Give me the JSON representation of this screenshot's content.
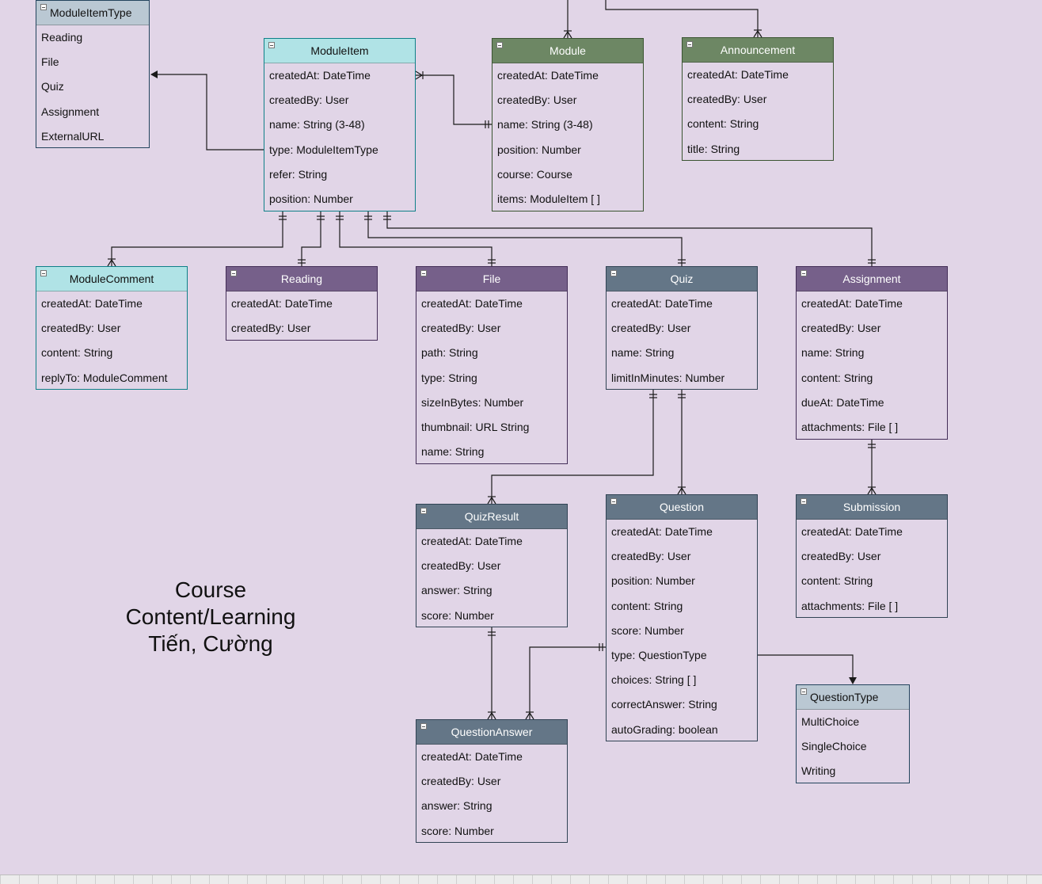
{
  "colors": {
    "background": "#e1d5e7",
    "line": "#1a1a1a",
    "header_cyan": "#b0e3e6",
    "border_cyan": "#0e8088",
    "header_green": "#6d8764",
    "border_green": "#3a5431",
    "header_purple": "#76608a",
    "border_purple": "#432d57",
    "header_slate": "#647687",
    "border_slate": "#314354",
    "header_blue_grey": "#bac8d3",
    "border_blue_grey": "#23445d"
  },
  "caption": {
    "lines": [
      "Course",
      "Content/Learning",
      "Tiến, Cường"
    ]
  },
  "entities": [
    {
      "id": "moduleitemtype",
      "title": "ModuleItemType",
      "style": "blue_grey",
      "left_align": true,
      "fields": [
        "Reading",
        "File",
        "Quiz",
        "Assignment",
        "ExternalURL"
      ]
    },
    {
      "id": "moduleitem",
      "title": "ModuleItem",
      "style": "cyan",
      "fields": [
        "createdAt: DateTime",
        "createdBy: User",
        "name: String (3-48)",
        "type: ModuleItemType",
        "refer: String",
        "position: Number"
      ]
    },
    {
      "id": "module",
      "title": "Module",
      "style": "green",
      "fields": [
        "createdAt: DateTime",
        "createdBy: User",
        "name: String (3-48)",
        "position: Number",
        "course: Course",
        "items: ModuleItem [ ]"
      ]
    },
    {
      "id": "announcement",
      "title": "Announcement",
      "style": "green",
      "fields": [
        "createdAt: DateTime",
        "createdBy: User",
        "content: String",
        "title: String"
      ]
    },
    {
      "id": "modulecomment",
      "title": "ModuleComment",
      "style": "cyan",
      "fields": [
        "createdAt: DateTime",
        "createdBy: User",
        "content: String",
        "replyTo: ModuleComment"
      ]
    },
    {
      "id": "reading",
      "title": "Reading",
      "style": "purple",
      "fields": [
        "createdAt: DateTime",
        "createdBy: User"
      ]
    },
    {
      "id": "file",
      "title": "File",
      "style": "purple",
      "fields": [
        "createdAt: DateTime",
        "createdBy: User",
        "path: String",
        "type: String",
        "sizeInBytes: Number",
        "thumbnail: URL String",
        "name: String"
      ]
    },
    {
      "id": "quiz",
      "title": "Quiz",
      "style": "slate",
      "fields": [
        "createdAt: DateTime",
        "createdBy: User",
        "name: String",
        "limitInMinutes: Number"
      ]
    },
    {
      "id": "assignment",
      "title": "Assignment",
      "style": "purple",
      "fields": [
        "createdAt: DateTime",
        "createdBy: User",
        "name: String",
        "content: String",
        "dueAt: DateTime",
        "attachments: File [ ]"
      ]
    },
    {
      "id": "quizresult",
      "title": "QuizResult",
      "style": "slate",
      "fields": [
        "createdAt: DateTime",
        "createdBy: User",
        "answer: String",
        "score: Number"
      ]
    },
    {
      "id": "question",
      "title": "Question",
      "style": "slate",
      "fields": [
        "createdAt: DateTime",
        "createdBy: User",
        "position: Number",
        "content: String",
        "score: Number",
        "type: QuestionType",
        "choices: String [ ]",
        "correctAnswer: String",
        "autoGrading: boolean"
      ]
    },
    {
      "id": "submission",
      "title": "Submission",
      "style": "slate",
      "fields": [
        "createdAt: DateTime",
        "createdBy: User",
        "content: String",
        "attachments: File [ ]"
      ]
    },
    {
      "id": "questiontype",
      "title": "QuestionType",
      "style": "blue_grey",
      "left_align": true,
      "fields": [
        "MultiChoice",
        "SingleChoice",
        "Writing"
      ]
    },
    {
      "id": "questionanswer",
      "title": "QuestionAnswer",
      "style": "slate",
      "fields": [
        "createdAt: DateTime",
        "createdBy: User",
        "answer: String",
        "score: Number"
      ]
    }
  ]
}
